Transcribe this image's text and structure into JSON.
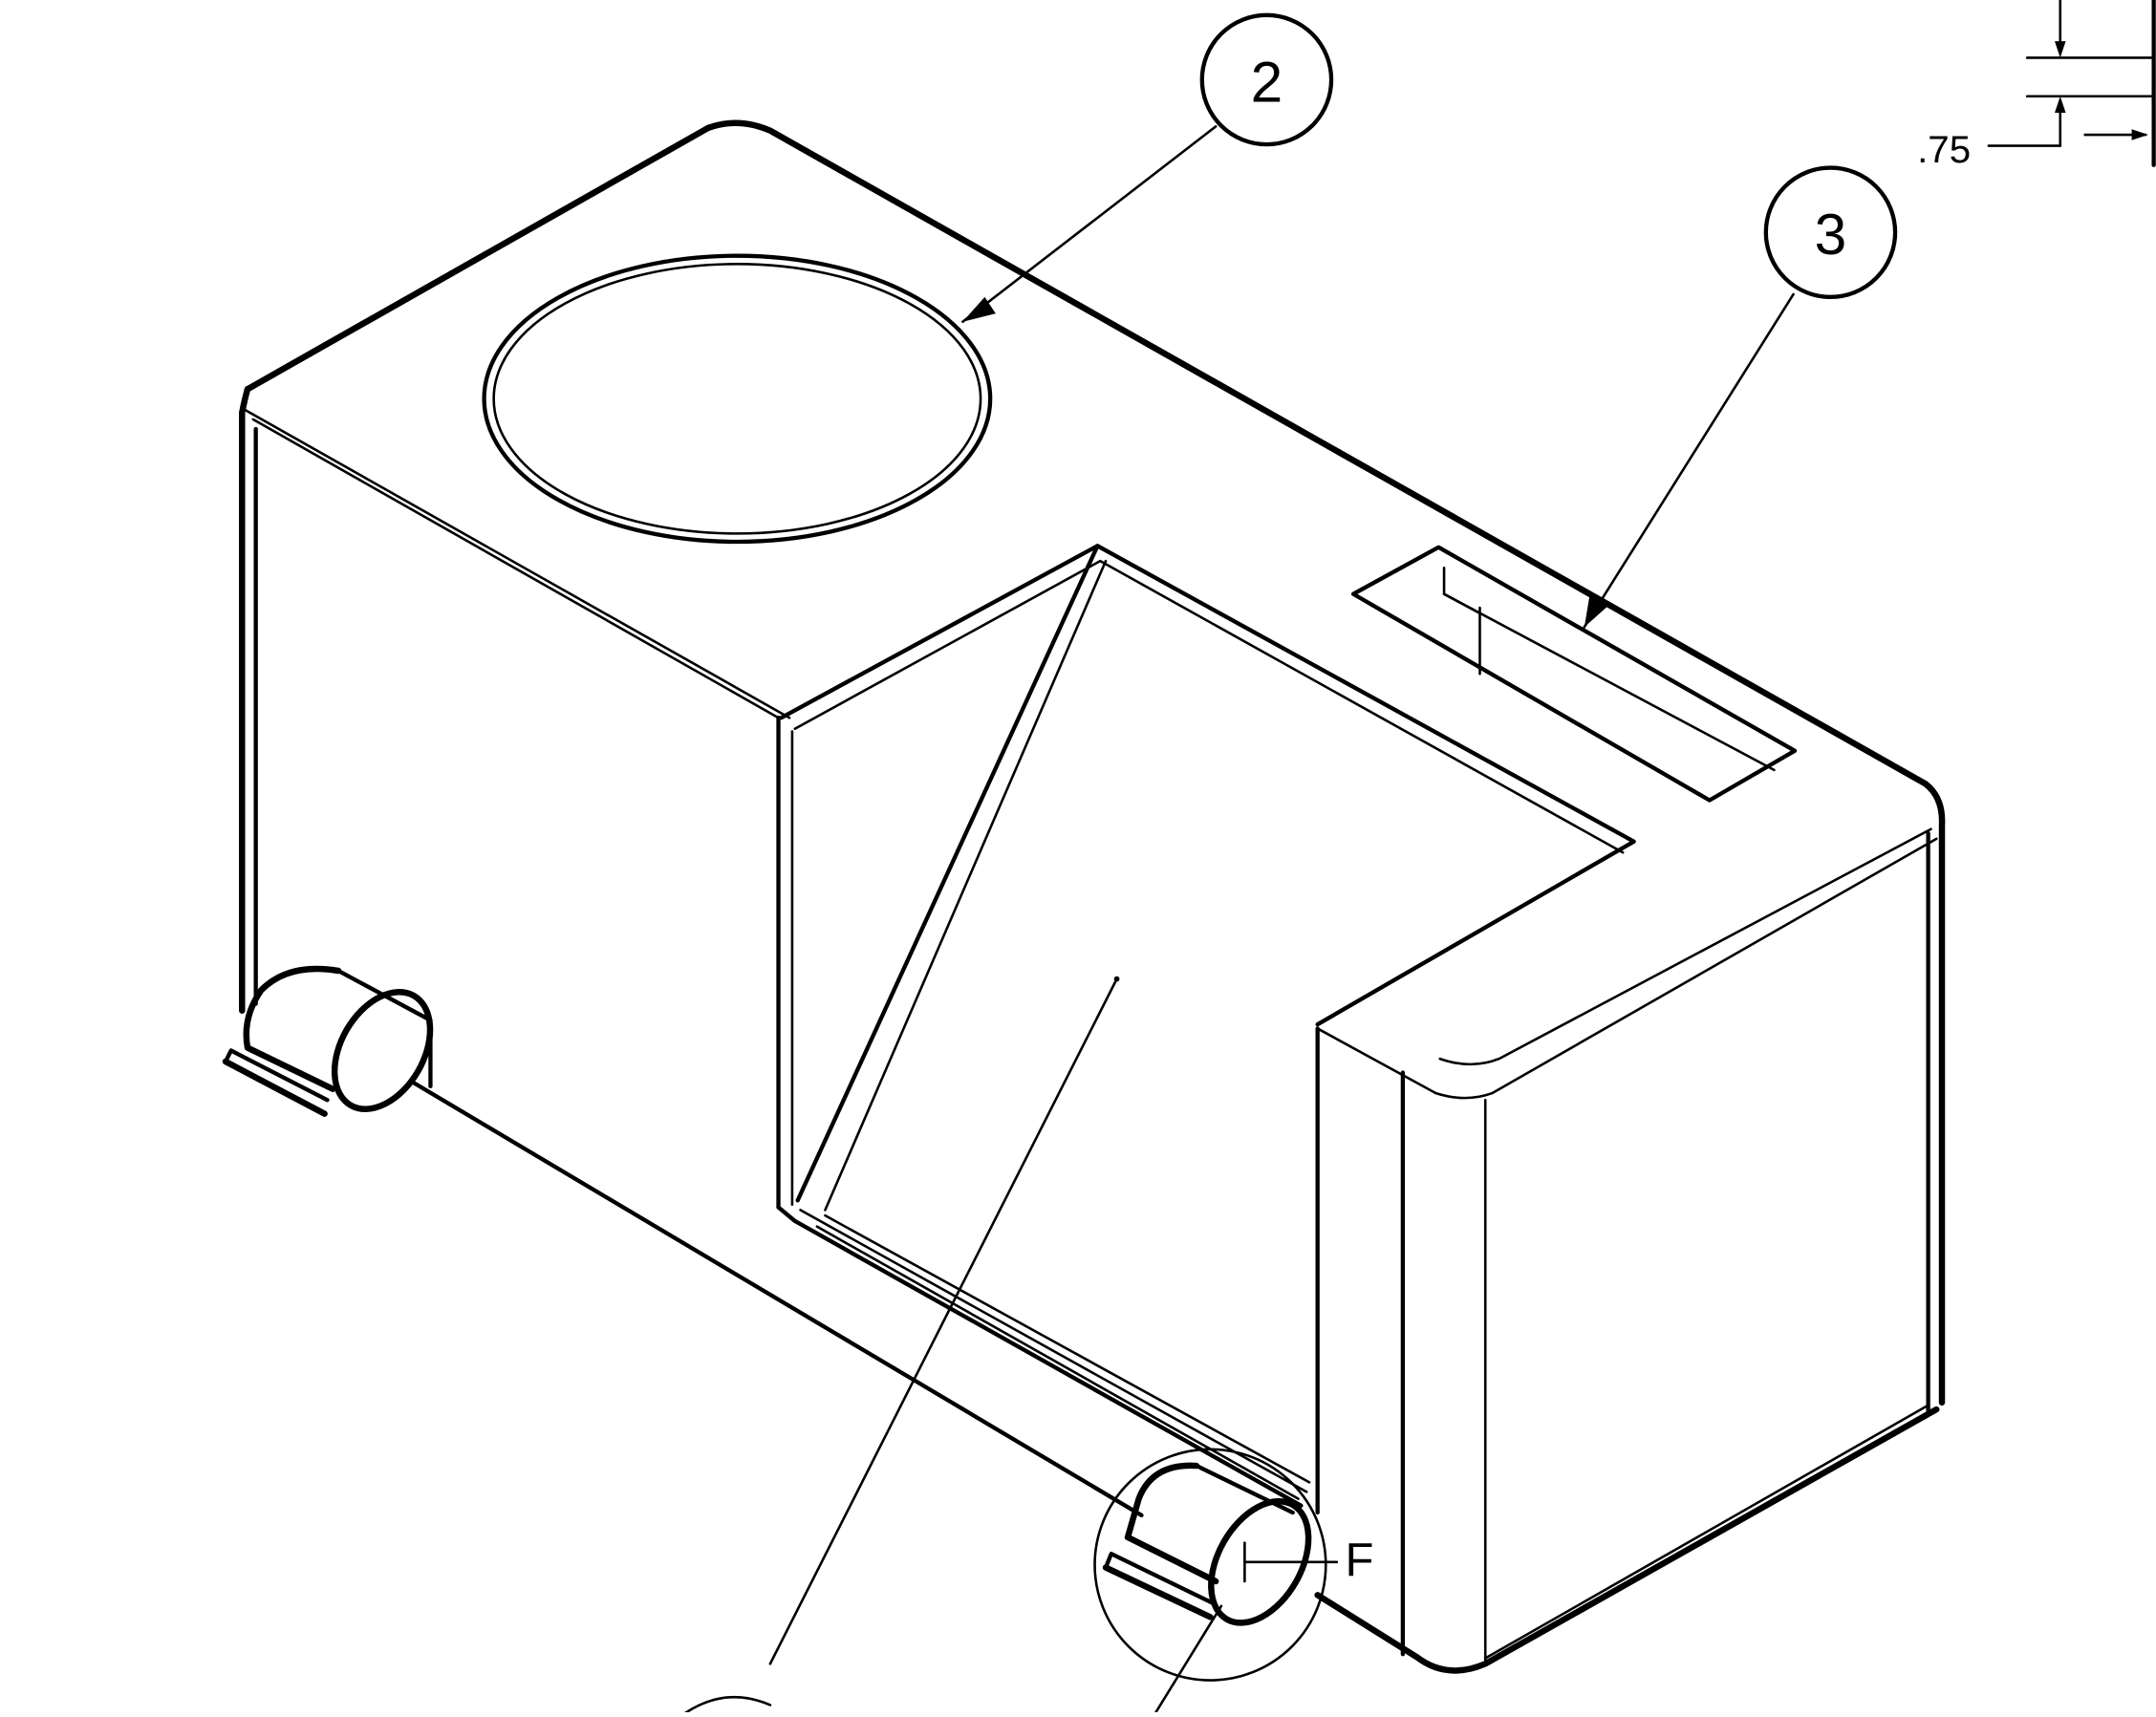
{
  "balloons": [
    {
      "id": "balloon-2",
      "label": "2"
    },
    {
      "id": "balloon-3",
      "label": "3"
    }
  ],
  "dimension": {
    "value": ".75"
  },
  "detail": {
    "label": "F"
  }
}
